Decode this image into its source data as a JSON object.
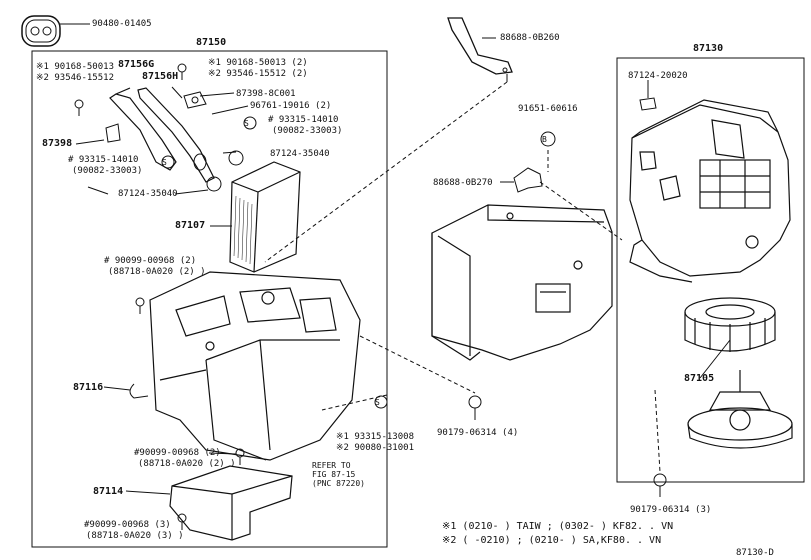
{
  "diagram_id": "87130-D",
  "group_labels": {
    "g87150": "87150",
    "g87130": "87130"
  },
  "labels": {
    "l90480": "90480-01405",
    "l88688_0b260": "88688-0B260",
    "l87124_20020": "87124-20020",
    "l91651": "91651-60616",
    "l88688_0b270": "88688-0B270",
    "l90179_a": "90179-06314 (4)",
    "l90179_b": "90179-06314 (3)",
    "l87105": "87105",
    "l87156g": "87156G",
    "l87156h": "87156H",
    "l87398": "87398",
    "l87398_8c001": "87398-8C001",
    "l96761": "96761-19016 (2)",
    "l93315_r_1": "# 93315-14010",
    "l93315_r_2": "(90082-33003)",
    "l93315_l_1": "# 93315-14010",
    "l93315_l_2": "(90082-33003)",
    "l87124_35040_r": "87124-35040",
    "l87124_35040_l": "87124-35040",
    "l87107": "87107",
    "l87116": "87116",
    "l87114": "87114",
    "l90099_a_1": "# 90099-00968 (2)",
    "l90099_a_2": "(88718-0A020 (2) )",
    "l90099_b_1": "#90099-00968 (2)",
    "l90099_b_2": "(88718-0A020 (2) )",
    "l90099_c_1": "#90099-00968 (3)",
    "l90099_c_2": "(88718-0A020 (3) )",
    "l_tl_1": "※1 90168-50013",
    "l_tl_2": "※2 93546-15512",
    "l_tr_1": "※1 90168-50013 (2)",
    "l_tr_2": "※2 93546-15512 (2)",
    "l_bot_1": "※1 93315-13008",
    "l_bot_2": "※2 90080-31001",
    "ref_1": "REFER TO",
    "ref_2": "FIG 87-15",
    "ref_3": "(PNC 87220)",
    "note_1": "※1 (0210-      ) TAIW ; (0302-      ) KF82. . VN",
    "note_2": "※2 (      -0210) ; (0210-      ) SA,KF80. . VN",
    "s_symbol": "S",
    "b_symbol": "B"
  },
  "colors": {
    "line": "#111111",
    "background": "#ffffff"
  }
}
